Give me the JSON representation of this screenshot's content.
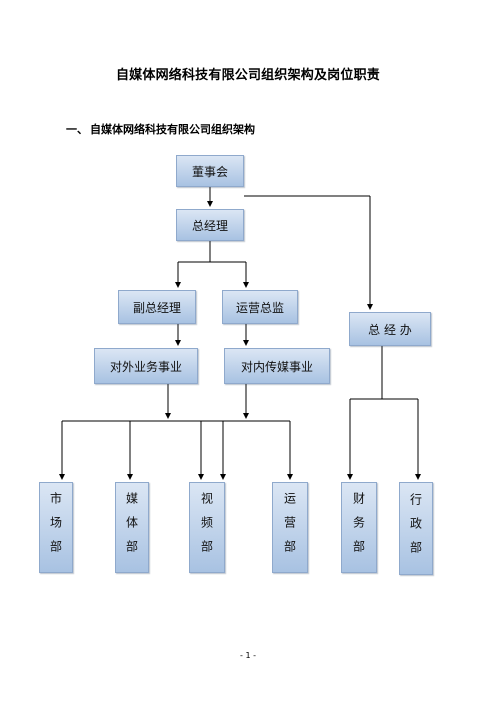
{
  "document": {
    "title": "自媒体网络科技有限公司组织架构及岗位职责",
    "section": {
      "number": "一、",
      "heading": "自媒体网络科技有限公司组织架构"
    },
    "page_number": "- 1 -"
  },
  "org_chart": {
    "board": "董事会",
    "general_manager": "总经理",
    "deputy_general_manager": "副总经理",
    "operations_director": "运营总监",
    "general_office": "总 经 办",
    "external_business": "对外业务事业",
    "internal_media": "对内传媒事业",
    "departments": {
      "market": "市场部",
      "media": "媒体部",
      "video": "视频部",
      "operations": "运营部",
      "finance": "财务部",
      "administration": "行政部"
    }
  },
  "colors": {
    "box_top": "#dbe6f4",
    "box_bottom": "#a8c2e2",
    "border": "#8fa9cc",
    "line": "#000000"
  }
}
